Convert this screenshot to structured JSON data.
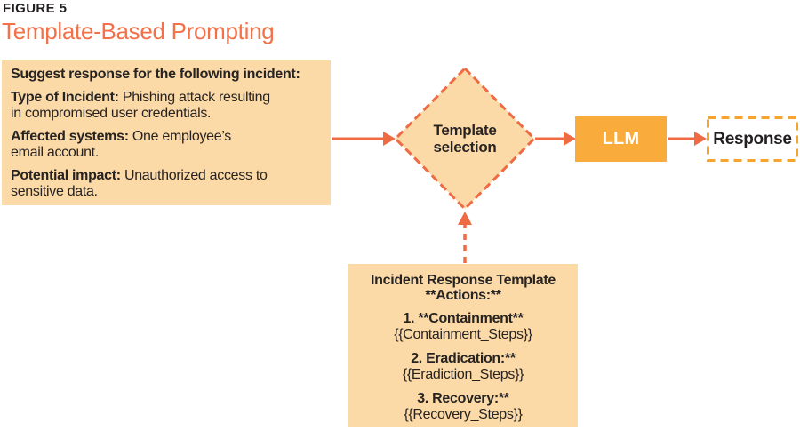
{
  "figure": {
    "label": "FIGURE 5",
    "title": "Template-Based Prompting"
  },
  "colors": {
    "title_orange": "#f37049",
    "arrow_orange": "#ef6b43",
    "peach_fill": "#fbdaa7",
    "llm_fill": "#f9ab3c",
    "response_border": "#f6a42b",
    "text_dark": "#272322"
  },
  "prompt_box": {
    "intro": "Suggest response for the following incident:",
    "items": [
      {
        "label": "Type of Incident:",
        "text": " Phishing attack resulting\nin compromised user credentials."
      },
      {
        "label": "Affected systems:",
        "text": " One employee’s\nemail account."
      },
      {
        "label": "Potential impact:",
        "text": " Unauthorized access to\nsensitive data."
      }
    ]
  },
  "diamond": {
    "line1": "Template",
    "line2": "selection"
  },
  "llm_box": {
    "label": "LLM"
  },
  "response_box": {
    "label": "Response"
  },
  "template_box": {
    "title_line1": "Incident Response Template",
    "title_line2": "**Actions:**",
    "items": [
      {
        "heading": "1. **Containment**",
        "value": "{{Containment_Steps}}"
      },
      {
        "heading": "2. Eradication:**",
        "value": "{{Eradiction_Steps}}"
      },
      {
        "heading": "3. Recovery:**",
        "value": "{{Recovery_Steps}}"
      }
    ]
  }
}
